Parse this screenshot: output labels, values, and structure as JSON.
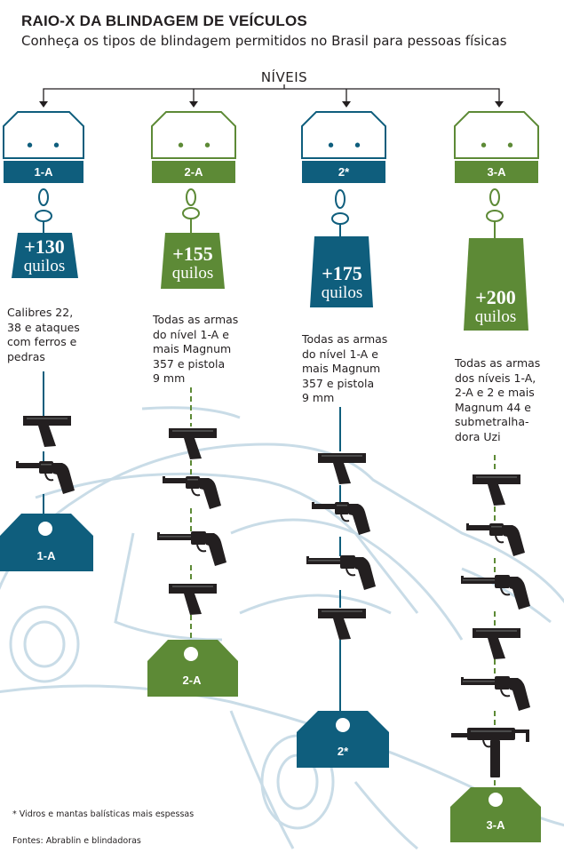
{
  "header": {
    "title": "RAIO-X DA BLINDAGEM DE VEÍCULOS",
    "subtitle": "Conheça os tipos de blindagem permitidos no Brasil para pessoas físicas"
  },
  "levels_label": "NÍVEIS",
  "colors": {
    "blue": "#0f5e7d",
    "green": "#5d8a36",
    "dark": "#231f20",
    "car_outline": "#c9dce7"
  },
  "levels": [
    {
      "code": "1-A",
      "weight_value": "+130",
      "weight_unit": "quilos",
      "description": [
        "Calibres 22,",
        "38 e ataques",
        "com ferros e",
        "pedras"
      ],
      "weapons": [
        "pistol-icon",
        "revolver-icon"
      ],
      "tag_label": "1-A",
      "color": "blue"
    },
    {
      "code": "2-A",
      "weight_value": "+155",
      "weight_unit": "quilos",
      "description": [
        "Todas as armas",
        "do nível 1-A e",
        "mais Magnum",
        "357 e pistola",
        "9 mm"
      ],
      "weapons": [
        "pistol-icon",
        "revolver-icon",
        "magnum-revolver-icon",
        "pistol-icon"
      ],
      "tag_label": "2-A",
      "color": "green"
    },
    {
      "code": "2*",
      "weight_value": "+175",
      "weight_unit": "quilos",
      "description": [
        "Todas as armas",
        "do nível 1-A e",
        "mais Magnum",
        "357 e pistola",
        "9 mm"
      ],
      "weapons": [
        "pistol-icon",
        "revolver-icon",
        "magnum-revolver-icon",
        "pistol-icon"
      ],
      "tag_label": "2*",
      "color": "blue"
    },
    {
      "code": "3-A",
      "weight_value": "+200",
      "weight_unit": "quilos",
      "description": [
        "Todas as armas",
        "dos níveis 1-A,",
        "2-A e 2 e mais",
        "Magnum 44 e",
        "submetralha-",
        "dora Uzi"
      ],
      "weapons": [
        "pistol-icon",
        "revolver-icon",
        "magnum-revolver-icon",
        "pistol-icon",
        "magnum-revolver-icon",
        "uzi-icon"
      ],
      "tag_label": "3-A",
      "color": "green"
    }
  ],
  "footnote": "* Vidros e mantas balísticas mais espessas",
  "source": "Fontes: Abrablin e blindadoras"
}
